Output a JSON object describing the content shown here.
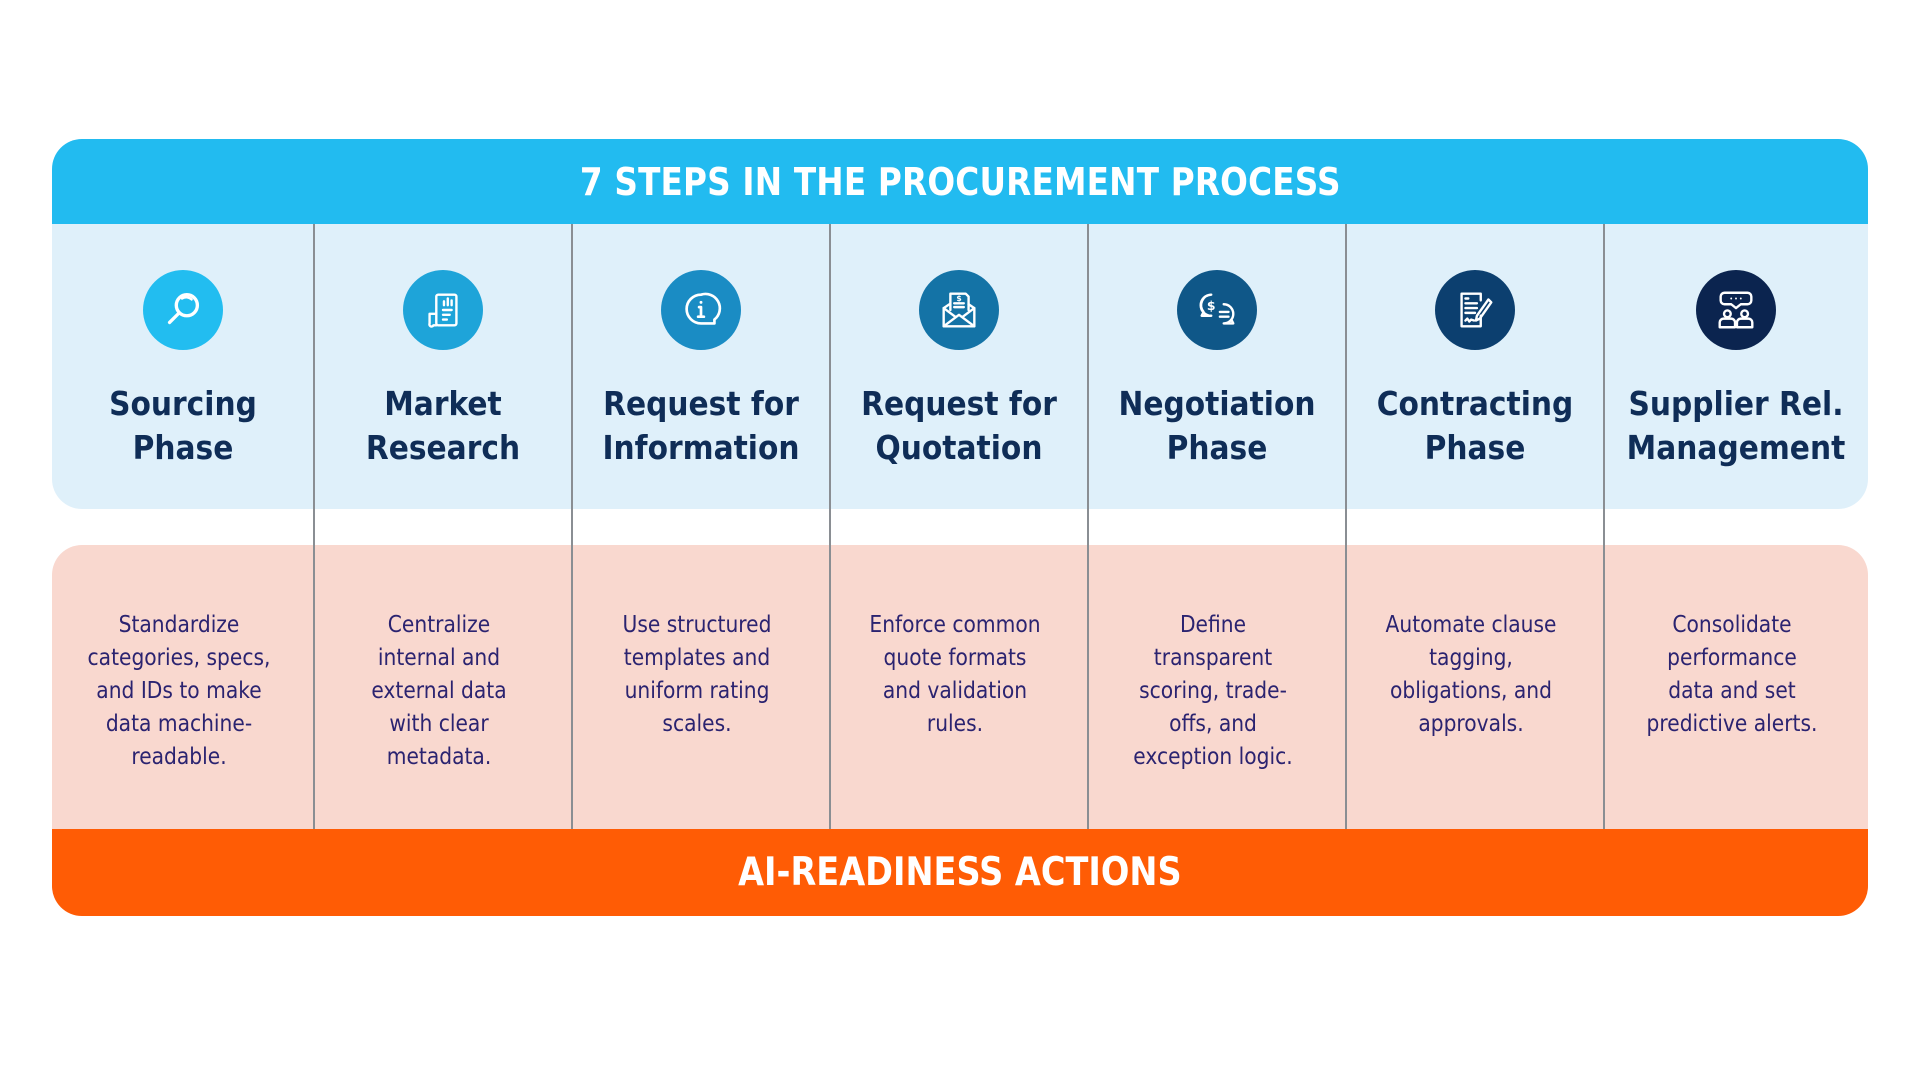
{
  "header": {
    "title": "7 STEPS IN THE PROCUREMENT PROCESS"
  },
  "footer": {
    "title": "AI-READINESS ACTIONS"
  },
  "colors": {
    "header_bar": "#22bbf0",
    "steps_panel": "#dff0fa",
    "actions_panel": "#f9d8cf",
    "footer_bar": "#ff5c05",
    "step_title_text": "#0f2d57",
    "action_text": "#2b2370"
  },
  "steps": [
    {
      "icon": "magnifier-search-icon",
      "icon_color": "#22bdf0",
      "title_lines": [
        "Sourcing",
        "Phase"
      ],
      "action_lines": [
        "Standardize",
        "categories, specs,",
        "and IDs to make",
        "data machine-",
        "readable."
      ]
    },
    {
      "icon": "report-chart-document-icon",
      "icon_color": "#1ea4d9",
      "title_lines": [
        "Market",
        "Research"
      ],
      "action_lines": [
        "Centralize",
        "internal and",
        "external data",
        "with clear",
        "metadata."
      ]
    },
    {
      "icon": "info-speech-bubble-icon",
      "icon_color": "#1a8cc4",
      "title_lines": [
        "Request for",
        "Information"
      ],
      "action_lines": [
        "Use structured",
        "templates and",
        "uniform rating",
        "scales."
      ]
    },
    {
      "icon": "quote-envelope-dollar-icon",
      "icon_color": "#1473a6",
      "title_lines": [
        "Request for",
        "Quotation"
      ],
      "action_lines": [
        "Enforce common",
        "quote formats",
        "and validation",
        "rules."
      ]
    },
    {
      "icon": "negotiation-dollar-chat-icon",
      "icon_color": "#0f5788",
      "title_lines": [
        "Negotiation",
        "Phase"
      ],
      "action_lines": [
        "Define",
        "transparent",
        "scoring, trade-",
        "offs, and",
        "exception logic."
      ]
    },
    {
      "icon": "contract-sign-pen-icon",
      "icon_color": "#0c3f6f",
      "title_lines": [
        "Contracting",
        "Phase"
      ],
      "action_lines": [
        "Automate clause",
        "tagging,",
        "obligations, and",
        "approvals."
      ]
    },
    {
      "icon": "supplier-meeting-people-icon",
      "icon_color": "#0b244f",
      "title_lines": [
        "Supplier Rel.",
        "Management"
      ],
      "action_lines": [
        "Consolidate",
        "performance",
        "data and set",
        "predictive alerts."
      ]
    }
  ]
}
